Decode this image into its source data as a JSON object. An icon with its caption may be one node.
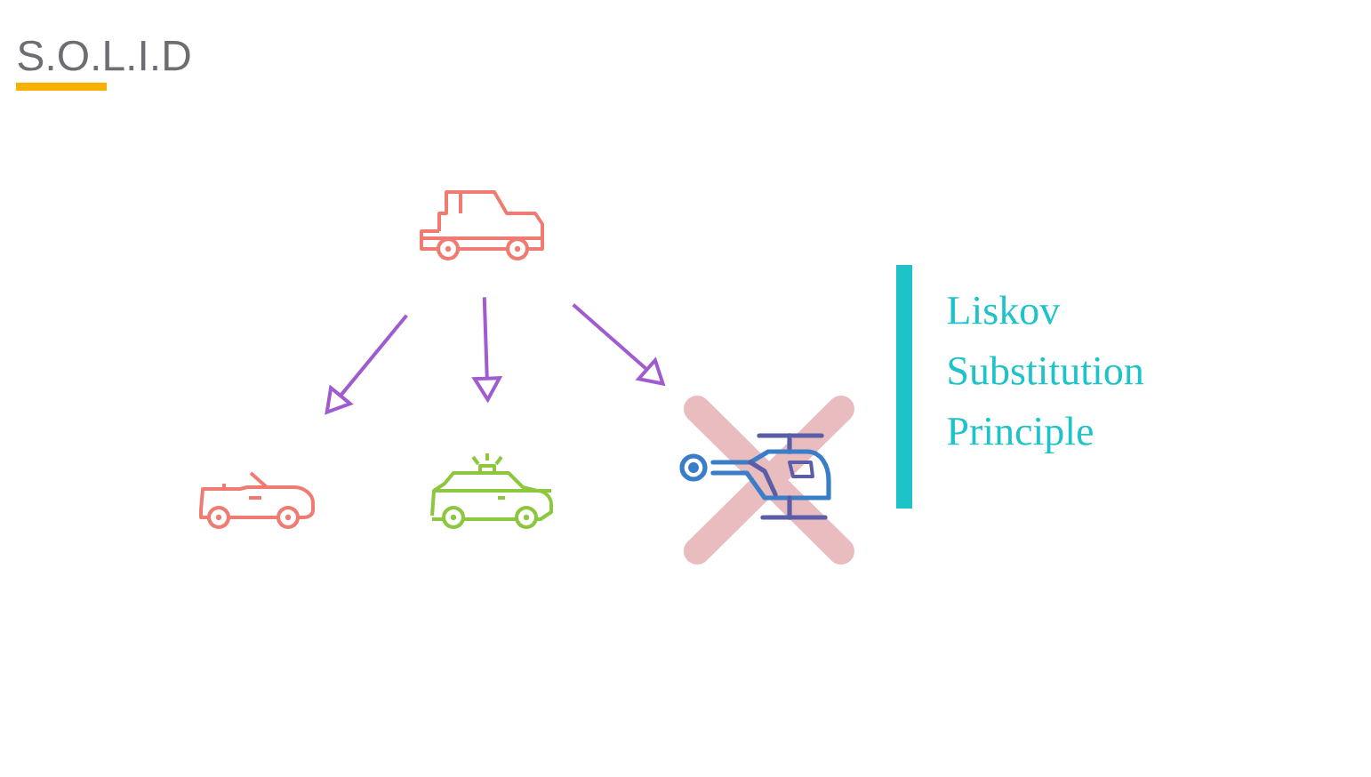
{
  "diagram": {
    "title": "S.O.L.I.D",
    "nodes": [
      {
        "text": [],
        "shape": "car"
      },
      {
        "text": [],
        "shape": "car"
      },
      {
        "text": [],
        "shape": "car"
      },
      {
        "text": [],
        "shape": "helicopter"
      }
    ],
    "edges": [
      {
        "from": 0,
        "to": 1,
        "arrow": "to"
      },
      {
        "from": 0,
        "to": 2,
        "arrow": "to"
      },
      {
        "from": 0,
        "to": 3,
        "arrow": "to"
      }
    ],
    "labels": [
      "Liskov Substitution Principle"
    ]
  }
}
